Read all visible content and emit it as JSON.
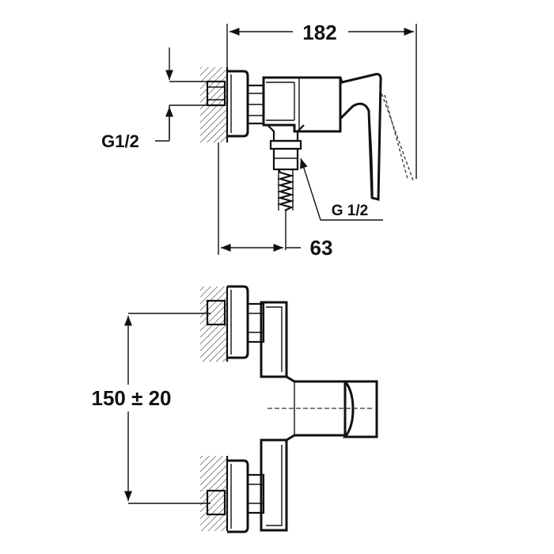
{
  "dimensions": {
    "width_top": "182",
    "depth_bottom": "63",
    "inlet_thread": "G1/2",
    "outlet_thread": "G 1/2",
    "spacing": "150 ± 20"
  }
}
